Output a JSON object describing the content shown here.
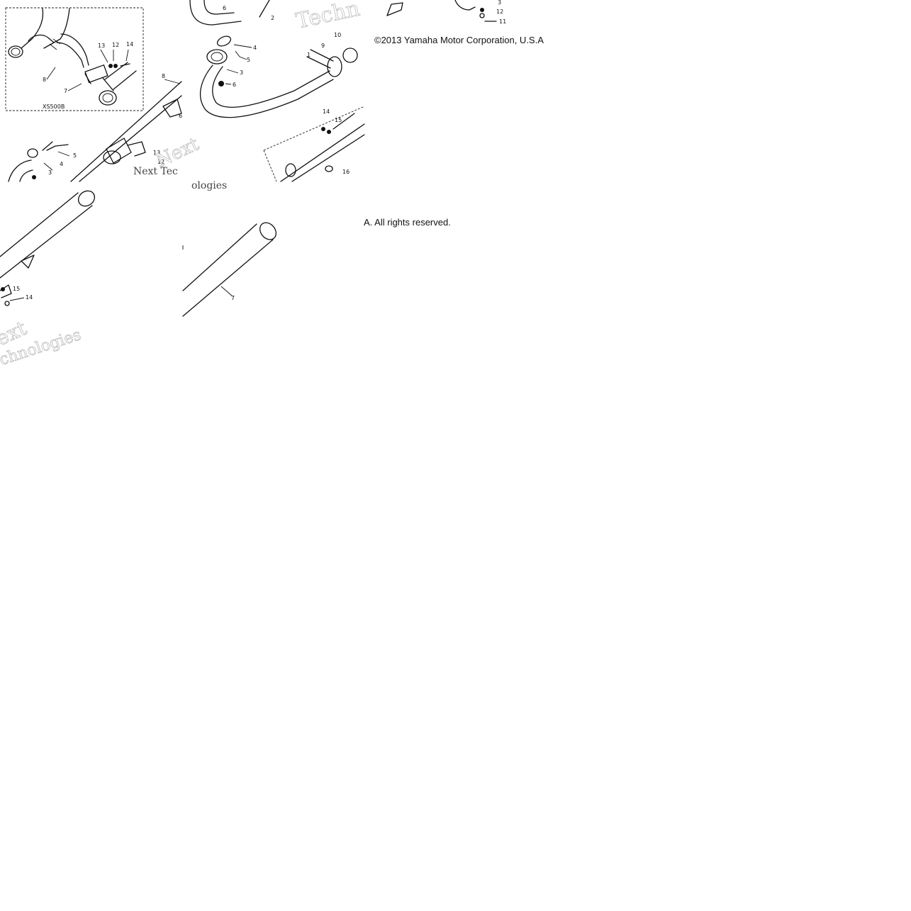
{
  "diagram": {
    "callouts": {
      "inset": [
        "13",
        "12",
        "14",
        "8",
        "7"
      ],
      "inset_label": "XS500B",
      "tile1": [
        "8",
        "5",
        "4",
        "3",
        "13",
        "12",
        "6"
      ],
      "tile2": [
        "6",
        "2",
        "4",
        "5",
        "3",
        "6",
        "10",
        "9",
        "1",
        "14",
        "15",
        "16"
      ],
      "tile3": [
        "3",
        "12",
        "11"
      ],
      "tile4": [
        "15",
        "14"
      ],
      "tile5": [
        "7"
      ]
    },
    "copyright_top": "©2013 Yamaha Motor Corporation, U.S.A",
    "copyright_bottom": "A. All rights reserved.",
    "watermark": {
      "word1": "Next",
      "word2": "Technologies",
      "fragment_a": "Techn",
      "fragment_b": "Next Tec",
      "fragment_c": "ologies",
      "fragment_d": "ext",
      "fragment_e": "chnologies"
    }
  }
}
